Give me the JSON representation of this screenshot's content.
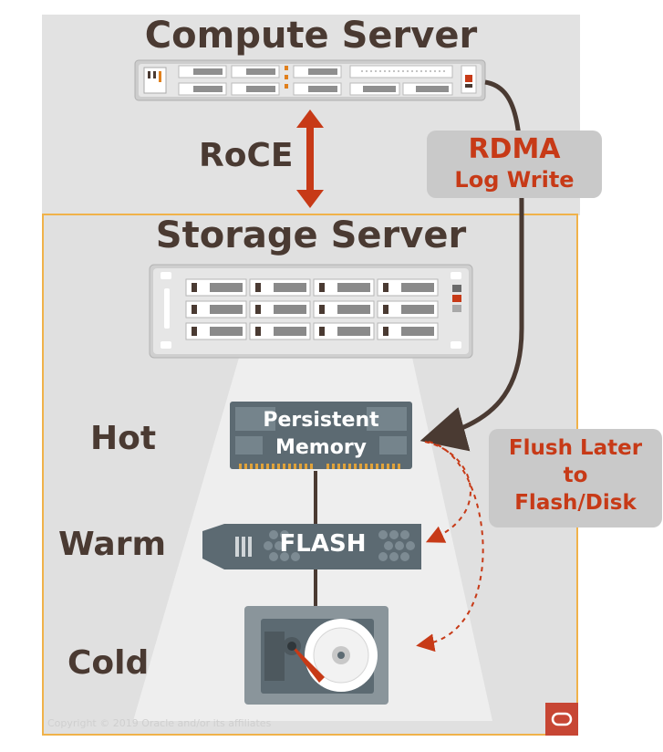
{
  "compute": {
    "title": "Compute Server"
  },
  "storage": {
    "title": "Storage Server"
  },
  "roce": {
    "label": "RoCE"
  },
  "rdma": {
    "title": "RDMA",
    "subtitle": "Log Write"
  },
  "tiers": {
    "hot": "Hot",
    "warm": "Warm",
    "cold": "Cold"
  },
  "pmem": {
    "line1": "Persistent",
    "line2": "Memory"
  },
  "flash": {
    "label": "FLASH"
  },
  "flush": {
    "line1": "Flush Later",
    "line2": "to",
    "line3": "Flash/Disk"
  },
  "footer": {
    "copyright": "Copyright © 2019 Oracle and/or its affiliates"
  },
  "colors": {
    "accent": "#c73a17",
    "brown": "#4a3a32",
    "orange_border": "#f0b24a",
    "oracle_red": "#c74634"
  },
  "icons": {
    "oracle_logo": "oracle-logo-icon",
    "hdd": "hard-disk-icon"
  }
}
